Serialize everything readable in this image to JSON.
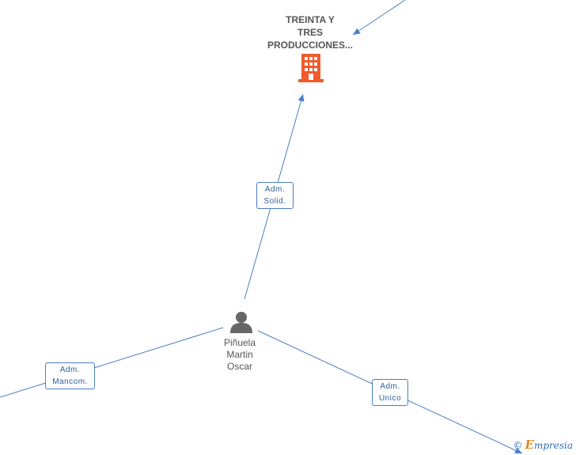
{
  "company": {
    "name_lines": [
      "TREINTA Y",
      "TRES",
      "PRODUCCIONES..."
    ],
    "icon": "building-icon",
    "color": "#f15a2b"
  },
  "person": {
    "name_lines": [
      "Piñuela",
      "Martin",
      "Oscar"
    ],
    "icon": "person-icon",
    "color": "#666666"
  },
  "roles": {
    "solid": [
      "Adm.",
      "Solid."
    ],
    "mancom": [
      "Adm.",
      "Mancom."
    ],
    "unico": [
      "Adm.",
      "Unico"
    ]
  },
  "colors": {
    "edge": "#4a7fc8"
  },
  "watermark": {
    "symbol": "©",
    "initial": "E",
    "rest": "mpresia"
  }
}
